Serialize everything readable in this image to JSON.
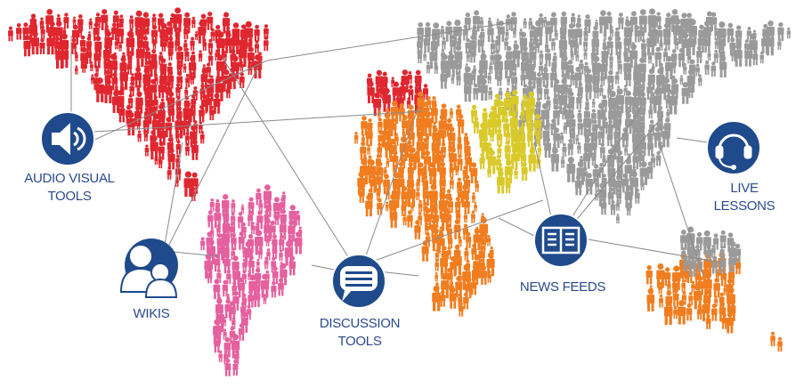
{
  "colors": {
    "north_america": "#e0262f",
    "south_america": "#e5609e",
    "africa_west": "#f07d1f",
    "africa_east": "#d9c92a",
    "eurasia": "#9a9a9a",
    "australia": "#f07d1f",
    "icon_blue": "#1f4a8c",
    "line": "#888888"
  },
  "nodes": [
    {
      "id": "audio-visual",
      "icon": "speaker-icon",
      "line1": "AUDIO VISUAL",
      "line2": "TOOLS"
    },
    {
      "id": "wikis",
      "icon": "people-icon",
      "line1": "WIKIS"
    },
    {
      "id": "discussion",
      "icon": "chat-bubble-icon",
      "line1": "DISCUSSION",
      "line2": "TOOLS"
    },
    {
      "id": "news-feeds",
      "icon": "book-icon",
      "line1": "NEWS FEEDS"
    },
    {
      "id": "live-lessons",
      "icon": "headset-icon",
      "line1": "LIVE",
      "line2": "LESSONS"
    }
  ]
}
